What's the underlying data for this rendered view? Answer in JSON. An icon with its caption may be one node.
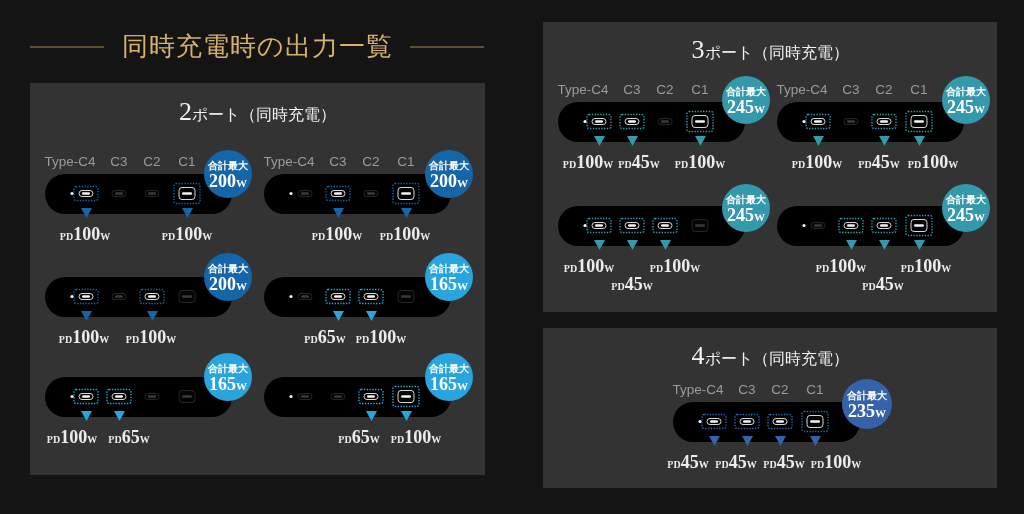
{
  "diagram": {
    "title": "同時充電時の出力一覧",
    "nodes": [
      {
        "text": [
          "2ポート（同時充電）"
        ]
      },
      {
        "text": [],
        "shape": "picture",
        "in": 0,
        "beside": [
          "Type-C4",
          "C3",
          "C2",
          "C1",
          "PD100W",
          "PD100W"
        ]
      },
      {
        "text": [
          "合計最大",
          "200W"
        ],
        "in": 0
      },
      {
        "text": [],
        "shape": "picture",
        "in": 0,
        "beside": [
          "Type-C4",
          "C3",
          "C2",
          "C1",
          "PD100W",
          "PD100W"
        ]
      },
      {
        "text": [
          "合計最大",
          "200W"
        ],
        "in": 0
      },
      {
        "text": [],
        "shape": "picture",
        "in": 0,
        "beside": [
          "PD100W",
          "PD100W"
        ]
      },
      {
        "text": [
          "合計最大",
          "200W"
        ],
        "in": 0
      },
      {
        "text": [],
        "shape": "picture",
        "in": 0,
        "beside": [
          "PD65W",
          "PD100W"
        ]
      },
      {
        "text": [
          "合計最大",
          "165W"
        ],
        "in": 0
      },
      {
        "text": [],
        "shape": "picture",
        "in": 0,
        "beside": [
          "PD100W",
          "PD65W"
        ]
      },
      {
        "text": [
          "合計最大",
          "165W"
        ],
        "in": 0
      },
      {
        "text": [],
        "shape": "picture",
        "in": 0,
        "beside": [
          "PD65W",
          "PD100W"
        ]
      },
      {
        "text": [
          "合計最大",
          "165W"
        ],
        "in": 0
      },
      {
        "text": [
          "3ポート（同時充電）"
        ]
      },
      {
        "text": [],
        "shape": "picture",
        "in": 13,
        "beside": [
          "Type-C4",
          "C3",
          "C2",
          "C1",
          "PD100W",
          "PD45W",
          "PD100W"
        ]
      },
      {
        "text": [
          "合計最大",
          "245W"
        ],
        "in": 13
      },
      {
        "text": [],
        "shape": "picture",
        "in": 13,
        "beside": [
          "Type-C4",
          "C3",
          "C2",
          "C1",
          "PD100W",
          "PD45W",
          "PD100W"
        ]
      },
      {
        "text": [
          "合計最大",
          "245W"
        ],
        "in": 13
      },
      {
        "text": [],
        "shape": "picture",
        "in": 13,
        "beside": [
          "PD100W",
          "PD45W",
          "PD100W"
        ]
      },
      {
        "text": [
          "合計最大",
          "245W"
        ],
        "in": 13
      },
      {
        "text": [],
        "shape": "picture",
        "in": 13,
        "beside": [
          "PD100W",
          "PD45W",
          "PD100W"
        ]
      },
      {
        "text": [
          "合計最大",
          "245W"
        ],
        "in": 13
      },
      {
        "text": [
          "4ポート（同時充電）"
        ]
      },
      {
        "text": [],
        "shape": "picture",
        "in": 22,
        "beside": [
          "Type-C4",
          "C3",
          "C2",
          "C1",
          "PD45W",
          "PD45W",
          "PD45W",
          "PD100W"
        ]
      },
      {
        "text": [
          "合計最大",
          "235W"
        ],
        "in": 22
      }
    ]
  }
}
